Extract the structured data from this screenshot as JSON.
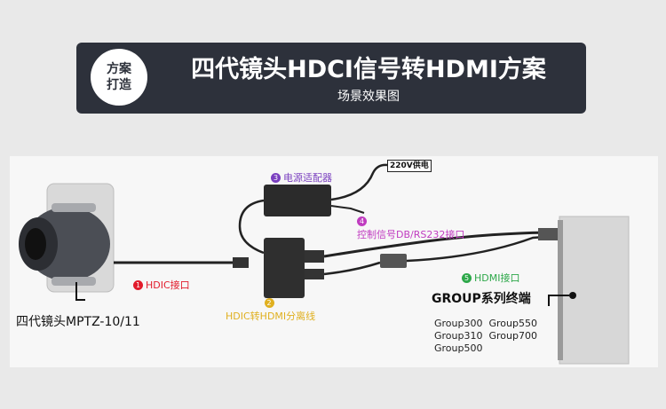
{
  "header": {
    "badge_line1": "方案",
    "badge_line2": "打造",
    "title": "四代镜头HDCI信号转HDMI方案",
    "subtitle": "场景效果图"
  },
  "labels": {
    "power_220": "220V供电",
    "adapter_num": "3",
    "adapter": "电源适配器",
    "control_num": "4",
    "control": "控制信号DB/RS232接口",
    "hdic_num": "1",
    "hdic": "HDIC接口",
    "splitter_num": "2",
    "splitter": "HDIC转HDMI分离线",
    "hdmi_num": "5",
    "hdmi": "HDMI接口",
    "camera": "四代镜头MPTZ-10/11",
    "group_terminal": "GROUP系列终端",
    "models_row1": "Group300  Group550",
    "models_row2": "Group310  Group700",
    "models_row3": "Group500"
  },
  "colors": {
    "banner": "#2d313b",
    "red": "#e21b2b",
    "yellow": "#e0b020",
    "purple": "#7a3fbf",
    "magenta": "#c03cc0",
    "green": "#2ea84a"
  }
}
